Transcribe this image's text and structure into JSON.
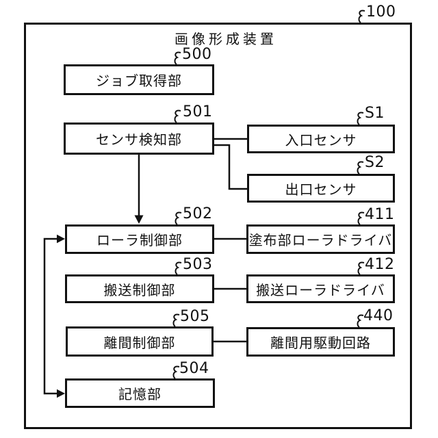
{
  "figure": {
    "device": {
      "label": "画像形成装置",
      "ref": "100"
    },
    "blocks": {
      "job_acquisition": {
        "label": "ジョブ取得部",
        "ref": "500"
      },
      "sensor_detection": {
        "label": "センサ検知部",
        "ref": "501"
      },
      "entrance_sensor": {
        "label": "入口センサ",
        "ref": "S1"
      },
      "exit_sensor": {
        "label": "出口センサ",
        "ref": "S2"
      },
      "roller_control": {
        "label": "ローラ制御部",
        "ref": "502"
      },
      "coating_roller_driver": {
        "label": "塗布部ローラドライバ",
        "ref": "411"
      },
      "conveyance_control": {
        "label": "搬送制御部",
        "ref": "503"
      },
      "conveyance_roller_driver": {
        "label": "搬送ローラドライバ",
        "ref": "412"
      },
      "separation_control": {
        "label": "離間制御部",
        "ref": "505"
      },
      "separation_drive_circuit": {
        "label": "離間用駆動回路",
        "ref": "440"
      },
      "storage": {
        "label": "記憶部",
        "ref": "504"
      }
    },
    "connections": [
      {
        "from": "sensor_detection",
        "to": "entrance_sensor",
        "style": "line"
      },
      {
        "from": "sensor_detection",
        "to": "exit_sensor",
        "style": "line"
      },
      {
        "from": "sensor_detection",
        "to": "roller_control",
        "style": "arrow-down"
      },
      {
        "from": "roller_control",
        "to": "coating_roller_driver",
        "style": "line"
      },
      {
        "from": "conveyance_control",
        "to": "conveyance_roller_driver",
        "style": "line"
      },
      {
        "from": "separation_control",
        "to": "separation_drive_circuit",
        "style": "line"
      },
      {
        "from": "storage",
        "to": "roller_control",
        "style": "side-rail-arrows-both-ends"
      }
    ],
    "colors": {
      "line": "#111111",
      "background": "#ffffff"
    }
  }
}
